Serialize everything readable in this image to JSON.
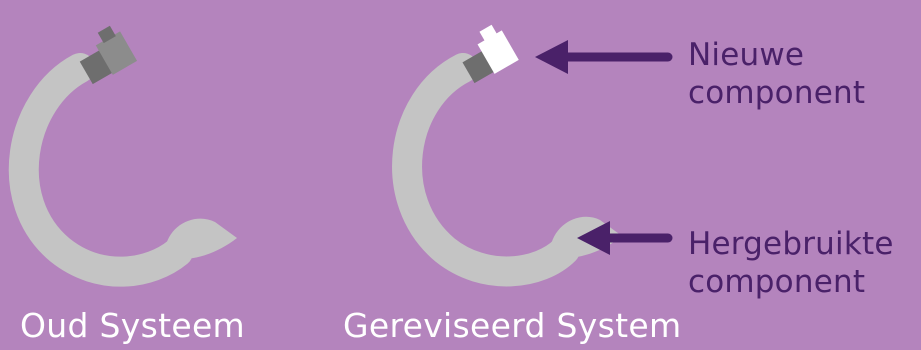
{
  "colors": {
    "background": "#b484bd",
    "hook": "#c4c4c4",
    "connector_old": "#8c8c8c",
    "connector_dark": "#6e6e6e",
    "connector_new": "#ffffff",
    "arrow": "#4a2169",
    "caption_text": "#ffffff",
    "callout_text": "#4a2169"
  },
  "captions": {
    "old_system": "Oud Systeem",
    "revised_system": "Gereviseerd System"
  },
  "callouts": {
    "new_component": {
      "line1": "Nieuwe",
      "line2": "component"
    },
    "reused_component": {
      "line1": "Hergebruikte",
      "line2": "component"
    }
  },
  "icons": [
    "hook-shape",
    "connector-block",
    "arrow-left-icon"
  ]
}
